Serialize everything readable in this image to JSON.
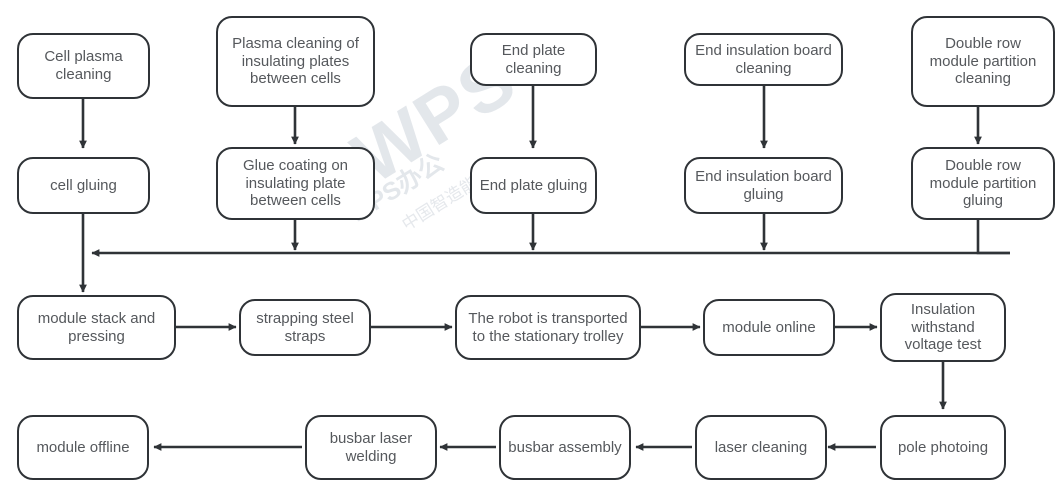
{
  "diagram": {
    "title": "Battery Module Assembly Process Flowchart",
    "type": "process-flowchart",
    "watermark": {
      "main": "WPS",
      "sub": "WPS办公",
      "sub2": "中国智造能力"
    },
    "style": {
      "node_border_color": "#2f3337",
      "node_fill": "#ffffff",
      "text_color": "#55585c",
      "connector_color": "#2f3337",
      "watermark_color": "#dfe3e8"
    }
  },
  "nodes": {
    "cell_plasma_cleaning": "Cell plasma cleaning",
    "cell_gluing": "cell gluing",
    "plasma_cleaning_insulating_plates": "Plasma cleaning of insulating plates between cells",
    "glue_coating_insulating_plate": "Glue coating on insulating plate between cells",
    "end_plate_cleaning": "End plate cleaning",
    "end_plate_gluing": "End plate gluing",
    "end_insulation_board_cleaning": "End insulation board cleaning",
    "end_insulation_board_gluing": "End insulation board gluing",
    "double_row_module_partition_cleaning": "Double row module partition cleaning",
    "double_row_module_partition_gluing": "Double row module partition gluing",
    "module_stack_and_pressing": "module stack and pressing",
    "strapping_steel_straps": "strapping steel straps",
    "robot_transported_stationary_trolley": "The robot is transported to the stationary trolley",
    "module_online": "module online",
    "insulation_withstand_voltage_test": "Insulation withstand voltage test",
    "pole_photoing": "pole photoing",
    "laser_cleaning": "laser cleaning",
    "busbar_assembly": "busbar assembly",
    "busbar_laser_welding": "busbar laser welding",
    "module_offline": "module offline"
  },
  "flow": {
    "columns": [
      {
        "name": "cell",
        "steps": [
          "cell_plasma_cleaning",
          "cell_gluing"
        ]
      },
      {
        "name": "insulating-plate",
        "steps": [
          "plasma_cleaning_insulating_plates",
          "glue_coating_insulating_plate"
        ]
      },
      {
        "name": "end-plate",
        "steps": [
          "end_plate_cleaning",
          "end_plate_gluing"
        ]
      },
      {
        "name": "end-insulation-board",
        "steps": [
          "end_insulation_board_cleaning",
          "end_insulation_board_gluing"
        ]
      },
      {
        "name": "double-row-partition",
        "steps": [
          "double_row_module_partition_cleaning",
          "double_row_module_partition_gluing"
        ]
      }
    ],
    "middle_row": [
      "module_stack_and_pressing",
      "strapping_steel_straps",
      "robot_transported_stationary_trolley",
      "module_online",
      "insulation_withstand_voltage_test"
    ],
    "bottom_row": [
      "module_offline",
      "busbar_laser_welding",
      "busbar_assembly",
      "laser_cleaning",
      "pole_photoing"
    ],
    "bottom_row_direction": "right-to-left"
  }
}
